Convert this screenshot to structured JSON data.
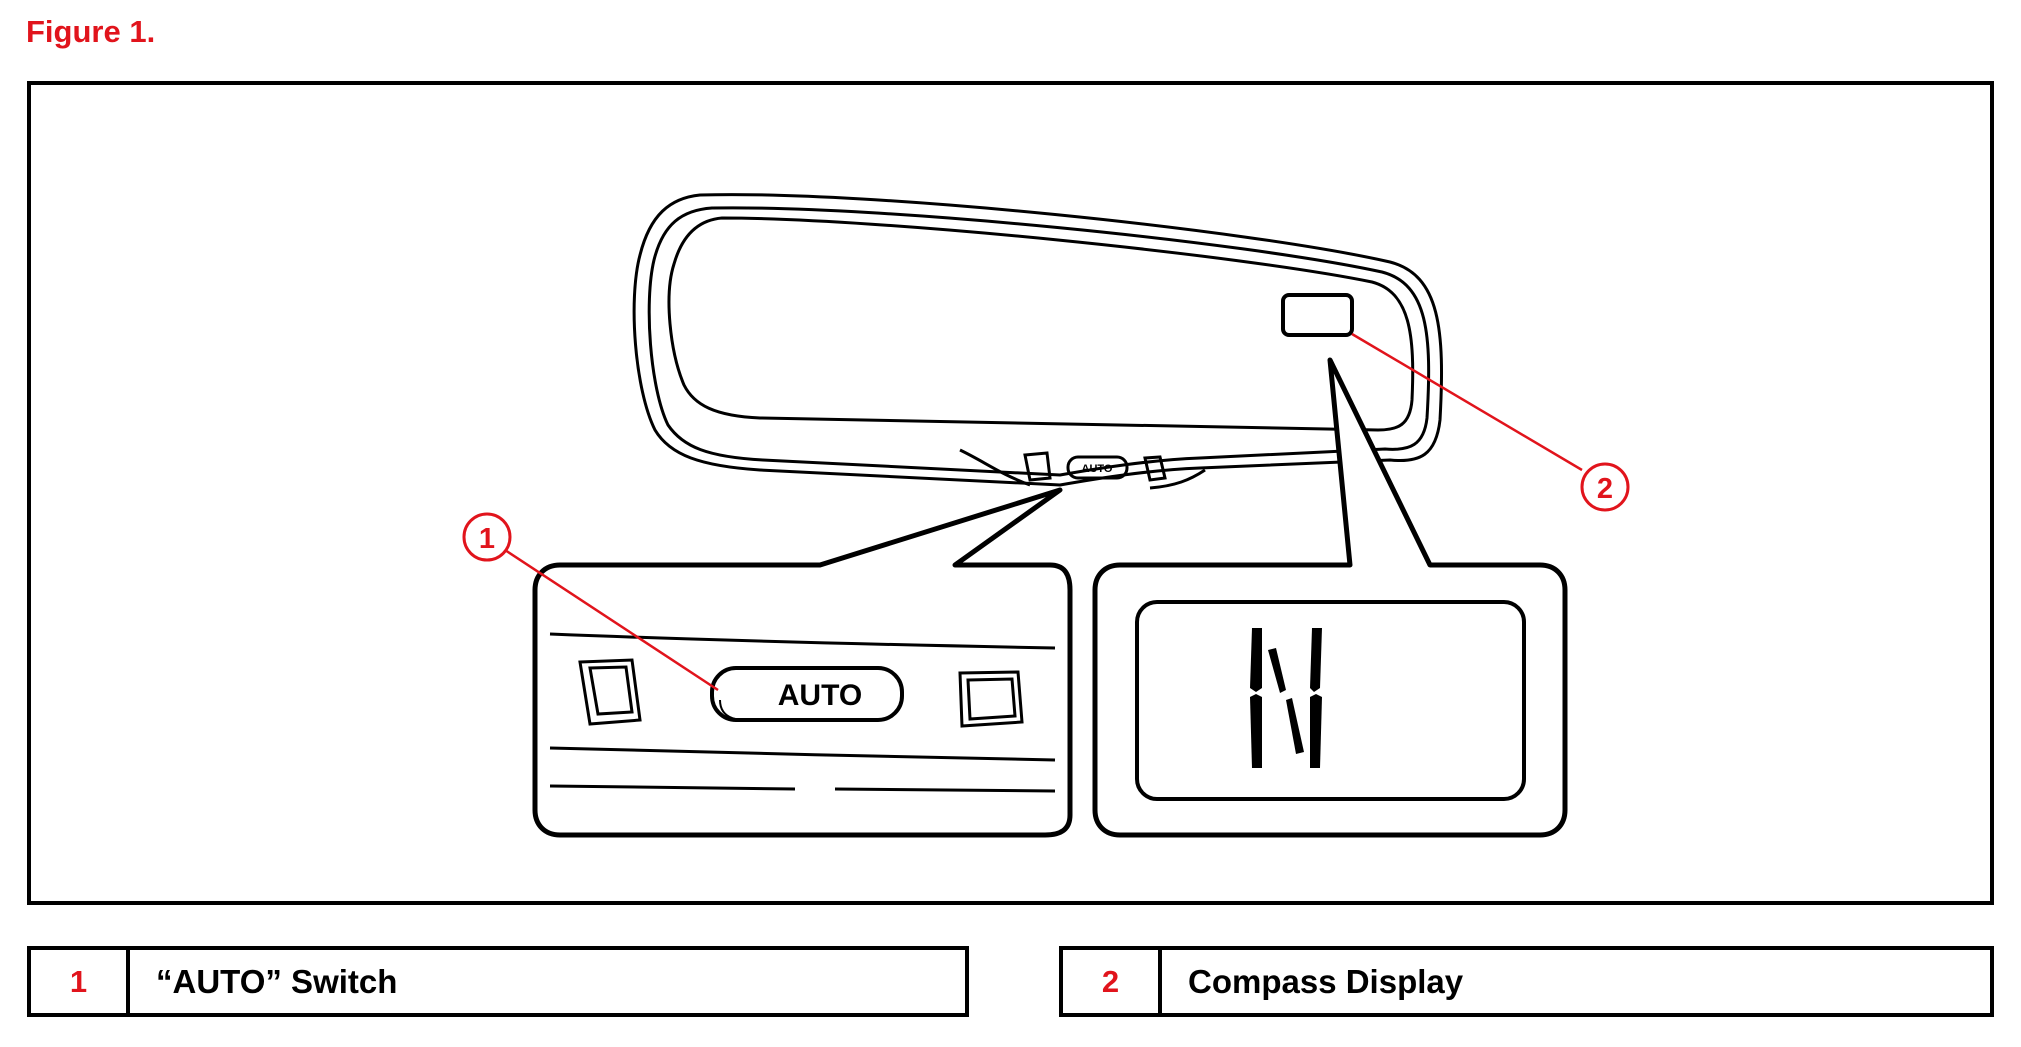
{
  "figure_title": "Figure 1.",
  "diagram": {
    "switch_text": "AUTO",
    "switch_text_small": "AUTO",
    "compass_letter": "N",
    "callouts": [
      {
        "number": "1"
      },
      {
        "number": "2"
      }
    ]
  },
  "legend": [
    {
      "number": "1",
      "label": "“AUTO” Switch"
    },
    {
      "number": "2",
      "label": "Compass Display"
    }
  ],
  "colors": {
    "accent_red": "#e1141c",
    "line": "#000000"
  }
}
